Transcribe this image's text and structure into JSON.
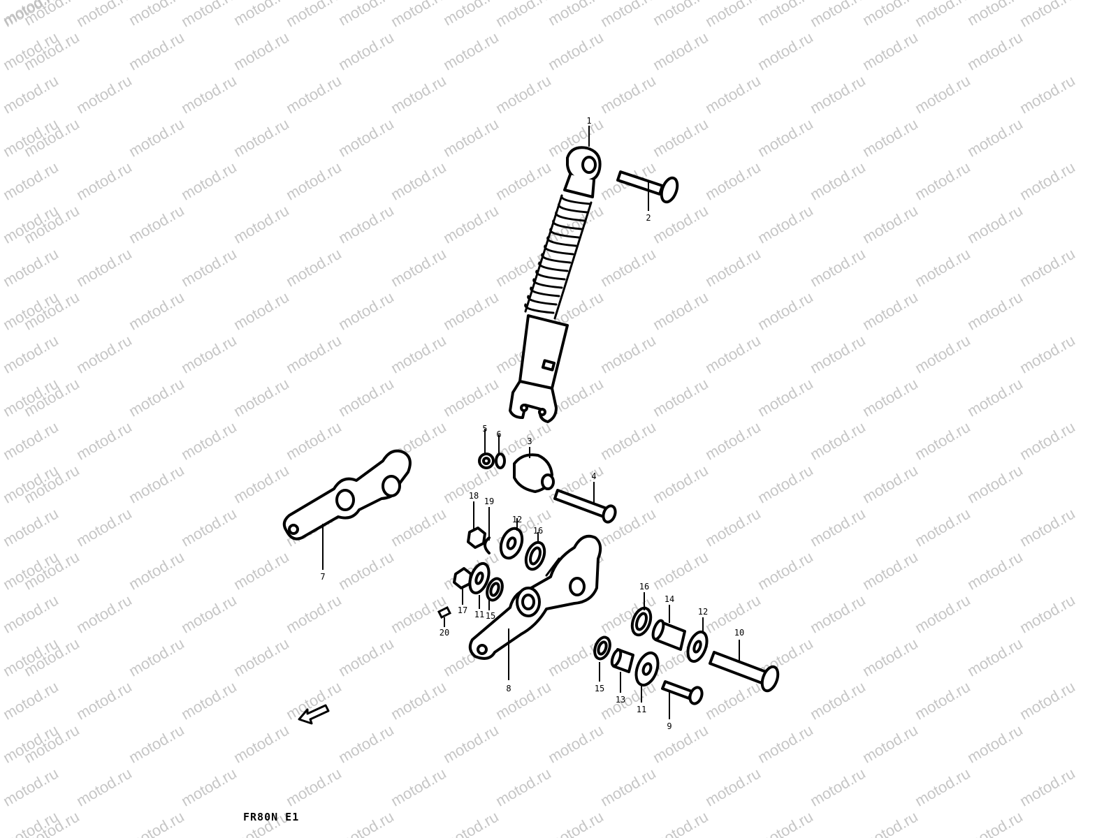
{
  "watermark": "motod.ru",
  "footer_code": "FR80N E1",
  "callouts": {
    "c1": "1",
    "c2": "2",
    "c3": "3",
    "c4": "4",
    "c5": "5",
    "c6": "6",
    "c7": "7",
    "c8": "8",
    "c9": "9",
    "c10": "10",
    "c11a": "11",
    "c11b": "11",
    "c12a": "12",
    "c12b": "12",
    "c13": "13",
    "c14": "14",
    "c15a": "15",
    "c15b": "15",
    "c16a": "16",
    "c16b": "16",
    "c17": "17",
    "c18": "18",
    "c19": "19",
    "c20": "20"
  },
  "icons": {
    "front_arrow": "front-direction-arrow-icon"
  }
}
